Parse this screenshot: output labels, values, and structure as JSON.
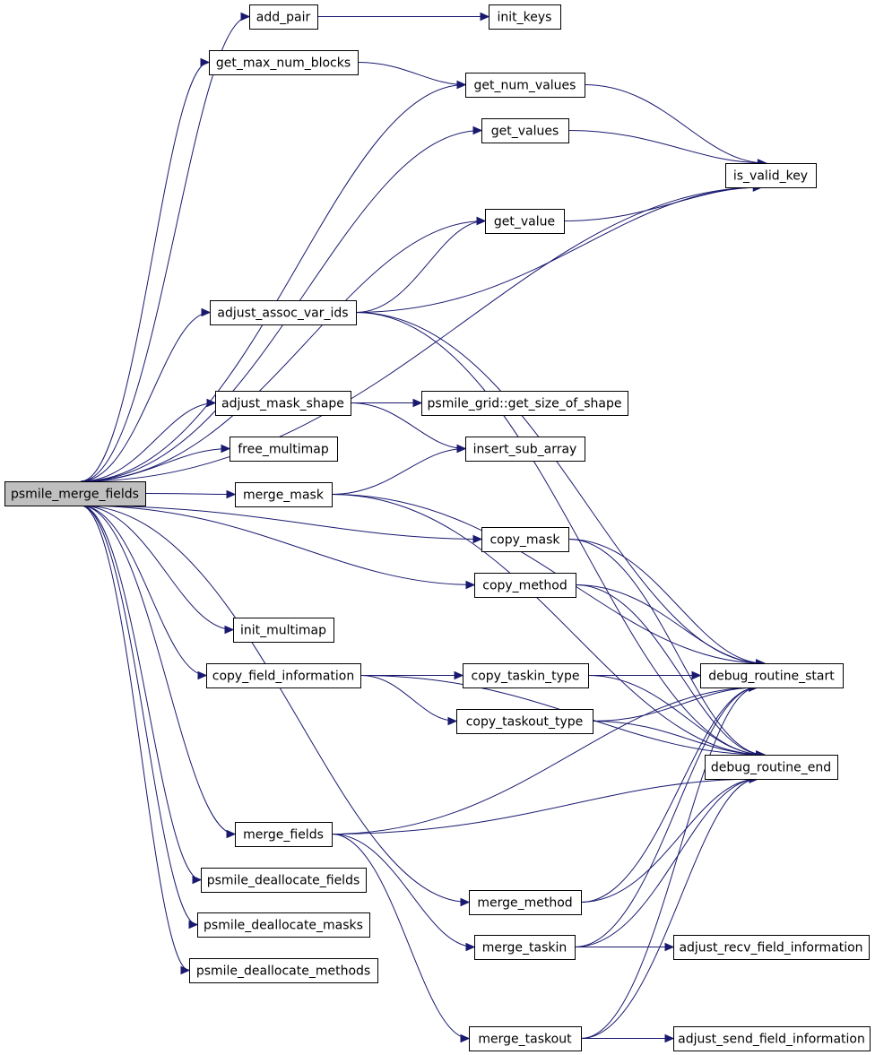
{
  "graph": {
    "edge_color": "#191970",
    "root_fill": "#bfbfbf",
    "nodes": {
      "root": "psmile_merge_fields",
      "add_pair": "add_pair",
      "init_keys": "init_keys",
      "get_max_num_blocks": "get_max_num_blocks",
      "get_num_values": "get_num_values",
      "get_values": "get_values",
      "is_valid_key": "is_valid_key",
      "get_value": "get_value",
      "adjust_assoc_var_ids": "adjust_assoc_var_ids",
      "adjust_mask_shape": "adjust_mask_shape",
      "get_size_of_shape": "psmile_grid::get_size_of_shape",
      "free_multimap": "free_multimap",
      "insert_sub_array": "insert_sub_array",
      "merge_mask": "merge_mask",
      "copy_mask": "copy_mask",
      "copy_method": "copy_method",
      "init_multimap": "init_multimap",
      "copy_field_information": "copy_field_information",
      "copy_taskin_type": "copy_taskin_type",
      "debug_routine_start": "debug_routine_start",
      "copy_taskout_type": "copy_taskout_type",
      "debug_routine_end": "debug_routine_end",
      "merge_fields": "merge_fields",
      "psmile_deallocate_fields": "psmile_deallocate_fields",
      "merge_method": "merge_method",
      "psmile_deallocate_masks": "psmile_deallocate_masks",
      "merge_taskin": "merge_taskin",
      "adjust_recv_field_information": "adjust_recv_field_information",
      "psmile_deallocate_methods": "psmile_deallocate_methods",
      "merge_taskout": "merge_taskout",
      "adjust_send_field_information": "adjust_send_field_information"
    },
    "edges": [
      [
        "root",
        "add_pair"
      ],
      [
        "root",
        "get_max_num_blocks"
      ],
      [
        "root",
        "get_num_values"
      ],
      [
        "root",
        "get_values"
      ],
      [
        "root",
        "is_valid_key"
      ],
      [
        "root",
        "get_value"
      ],
      [
        "root",
        "adjust_assoc_var_ids"
      ],
      [
        "root",
        "adjust_mask_shape"
      ],
      [
        "root",
        "free_multimap"
      ],
      [
        "root",
        "merge_mask"
      ],
      [
        "root",
        "copy_mask"
      ],
      [
        "root",
        "copy_method"
      ],
      [
        "root",
        "init_multimap"
      ],
      [
        "root",
        "copy_field_information"
      ],
      [
        "root",
        "merge_fields"
      ],
      [
        "root",
        "merge_method"
      ],
      [
        "root",
        "psmile_deallocate_fields"
      ],
      [
        "root",
        "psmile_deallocate_masks"
      ],
      [
        "root",
        "psmile_deallocate_methods"
      ],
      [
        "add_pair",
        "init_keys"
      ],
      [
        "get_max_num_blocks",
        "get_num_values"
      ],
      [
        "get_num_values",
        "is_valid_key"
      ],
      [
        "get_values",
        "is_valid_key"
      ],
      [
        "get_value",
        "is_valid_key"
      ],
      [
        "adjust_assoc_var_ids",
        "get_value"
      ],
      [
        "adjust_assoc_var_ids",
        "is_valid_key"
      ],
      [
        "adjust_assoc_var_ids",
        "debug_routine_start"
      ],
      [
        "adjust_assoc_var_ids",
        "debug_routine_end"
      ],
      [
        "adjust_mask_shape",
        "get_size_of_shape"
      ],
      [
        "adjust_mask_shape",
        "insert_sub_array"
      ],
      [
        "merge_mask",
        "insert_sub_array"
      ],
      [
        "merge_mask",
        "debug_routine_start"
      ],
      [
        "merge_mask",
        "debug_routine_end"
      ],
      [
        "copy_mask",
        "debug_routine_start"
      ],
      [
        "copy_mask",
        "debug_routine_end"
      ],
      [
        "copy_method",
        "debug_routine_start"
      ],
      [
        "copy_method",
        "debug_routine_end"
      ],
      [
        "copy_field_information",
        "copy_taskin_type"
      ],
      [
        "copy_field_information",
        "copy_taskout_type"
      ],
      [
        "copy_field_information",
        "debug_routine_start"
      ],
      [
        "copy_field_information",
        "debug_routine_end"
      ],
      [
        "copy_taskin_type",
        "debug_routine_start"
      ],
      [
        "copy_taskin_type",
        "debug_routine_end"
      ],
      [
        "copy_taskout_type",
        "debug_routine_start"
      ],
      [
        "copy_taskout_type",
        "debug_routine_end"
      ],
      [
        "merge_fields",
        "debug_routine_start"
      ],
      [
        "merge_fields",
        "debug_routine_end"
      ],
      [
        "merge_fields",
        "merge_taskin"
      ],
      [
        "merge_fields",
        "merge_taskout"
      ],
      [
        "merge_method",
        "debug_routine_start"
      ],
      [
        "merge_method",
        "debug_routine_end"
      ],
      [
        "merge_taskin",
        "adjust_recv_field_information"
      ],
      [
        "merge_taskin",
        "debug_routine_start"
      ],
      [
        "merge_taskin",
        "debug_routine_end"
      ],
      [
        "merge_taskout",
        "adjust_send_field_information"
      ],
      [
        "merge_taskout",
        "debug_routine_start"
      ],
      [
        "merge_taskout",
        "debug_routine_end"
      ]
    ]
  }
}
